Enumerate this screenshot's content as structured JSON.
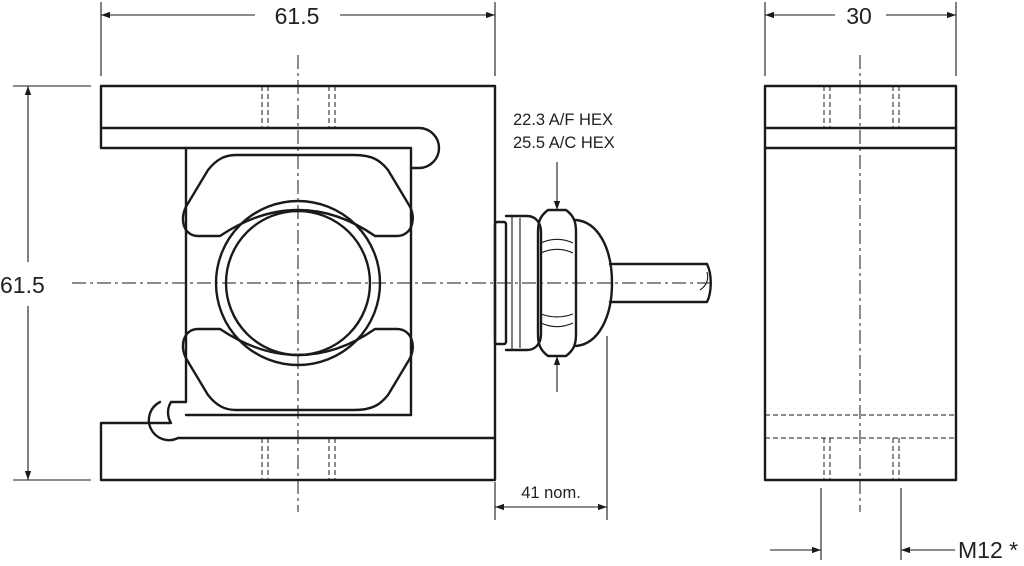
{
  "dimensions": {
    "front_width": "61.5",
    "front_height": "61.5",
    "side_width": "30",
    "cable_length": "41 nom.",
    "thread": "M12 *"
  },
  "hex_note": {
    "line1": "22.3 A/F HEX",
    "line2": "25.5 A/C HEX"
  }
}
